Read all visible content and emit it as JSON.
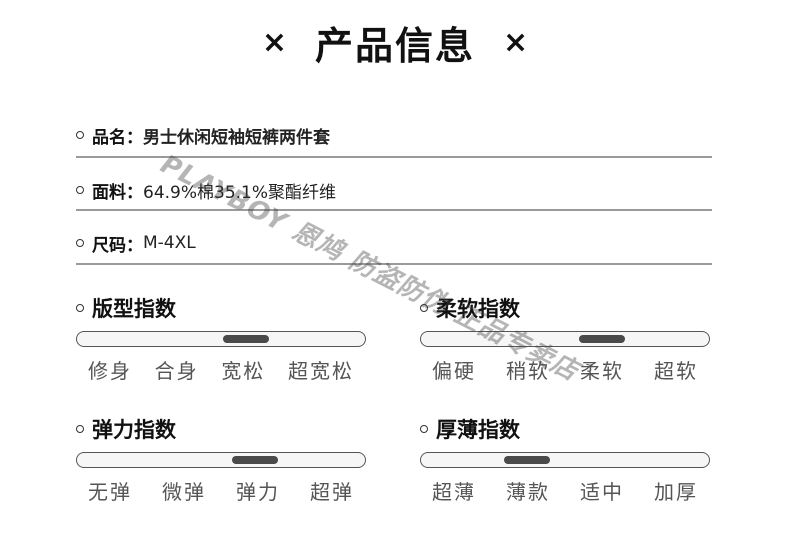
{
  "header": {
    "left_mark": "×",
    "title": "产品信息",
    "right_mark": "×"
  },
  "info": [
    {
      "label": "品名：",
      "value": "男士休闲短袖短裤两件套"
    },
    {
      "label": "面料：",
      "value": "64.9%棉35.1%聚酯纤维"
    },
    {
      "label": "尺码：",
      "value": "M-4XL"
    }
  ],
  "indices": [
    {
      "title": "版型指数",
      "options": [
        "修身",
        "合身",
        "宽松",
        "超宽松"
      ],
      "level": 0.59
    },
    {
      "title": "柔软指数",
      "options": [
        "偏硬",
        "稍软",
        "柔软",
        "超软"
      ],
      "level": 0.63
    },
    {
      "title": "弹力指数",
      "options": [
        "无弹",
        "微弹",
        "弹力",
        "超弹"
      ],
      "level": 0.62
    },
    {
      "title": "厚薄指数",
      "options": [
        "超薄",
        "薄款",
        "适中",
        "加厚"
      ],
      "level": 0.37
    }
  ],
  "watermark": "PLAYBOY 恩鸠 防盗防伪 正品专卖店",
  "colors": {
    "text": "#1a1a1a",
    "divider": "#9a9a9a",
    "knob": "#4a4a4a",
    "tick": "#555555"
  }
}
